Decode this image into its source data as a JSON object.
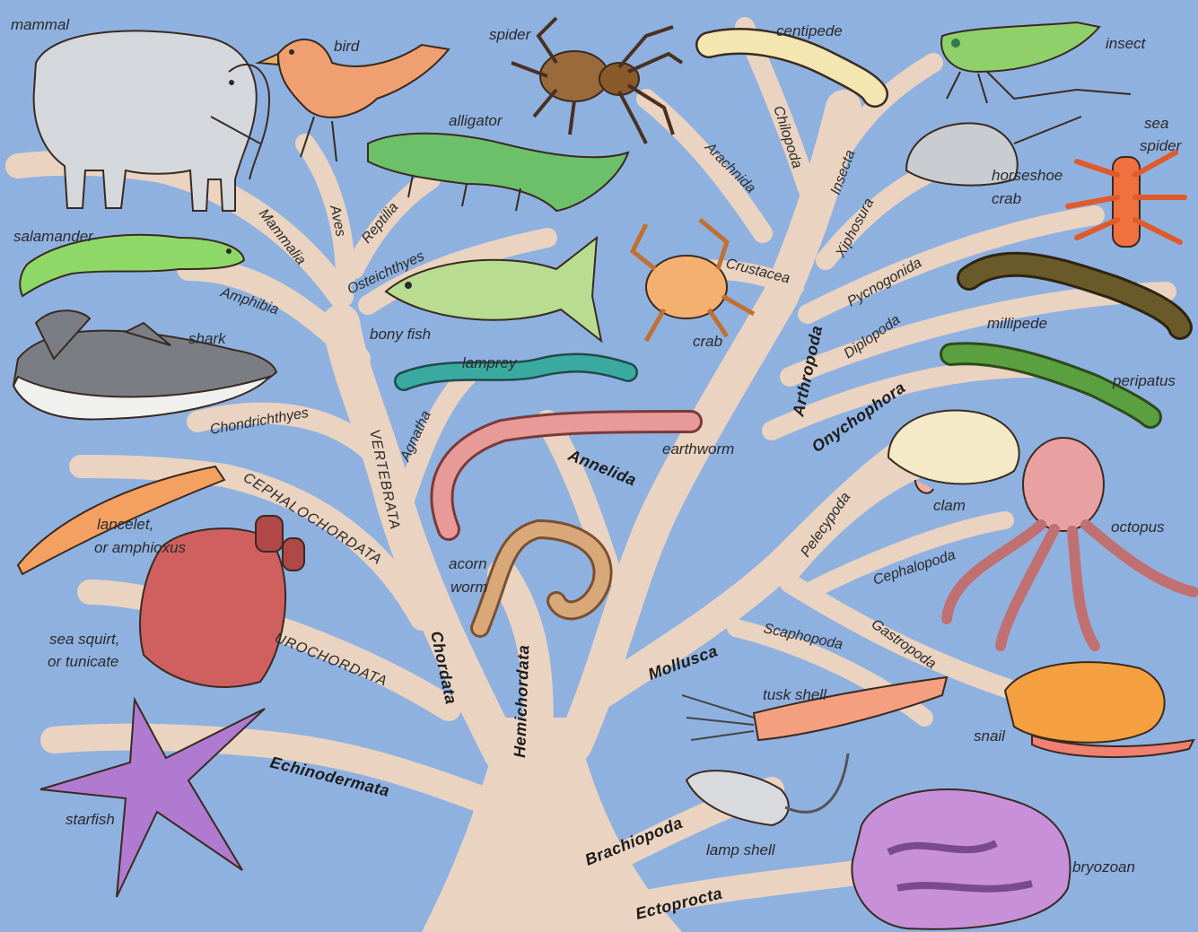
{
  "colors": {
    "background": "#8fb1e0",
    "branch": "#ead3c0",
    "outline": "#3a2a20"
  },
  "phyla": {
    "chordata": "Chordata",
    "hemichordata": "Hemichordata",
    "echinodermata": "Echinodermata",
    "annelida": "Annelida",
    "mollusca": "Mollusca",
    "arthropoda": "Arthropoda",
    "onychophora": "Onychophora",
    "brachiopoda": "Brachiopoda",
    "ectoprocta": "Ectoprocta"
  },
  "subphyla": {
    "vertebrata": "VERTEBRATA",
    "cephalochordata": "CEPHALOCHORDATA",
    "urochordata": "UROCHORDATA"
  },
  "classes": {
    "mammalia": "Mammalia",
    "aves": "Aves",
    "reptilia": "Reptilia",
    "amphibia": "Amphibia",
    "osteichthyes": "Osteichthyes",
    "chondrichthyes": "Chondrichthyes",
    "agnatha": "Agnatha",
    "arachnida": "Arachnida",
    "chilopoda": "Chilopoda",
    "insecta": "Insecta",
    "xiphosura": "Xiphosura",
    "crustacea": "Crustacea",
    "pycnogonida": "Pycnogonida",
    "diplopoda": "Diplopoda",
    "pelecypoda": "Pelecypoda",
    "cephalopoda": "Cephalopoda",
    "scaphopoda": "Scaphopoda",
    "gastropoda": "Gastropoda"
  },
  "animals": {
    "mammal": "mammal",
    "bird": "bird",
    "spider": "spider",
    "centipede": "centipede",
    "insect": "insect",
    "alligator": "alligator",
    "salamander": "salamander",
    "horseshoe_crab_1": "horseshoe",
    "horseshoe_crab_2": "crab",
    "sea_spider_1": "sea",
    "sea_spider_2": "spider",
    "bony_fish": "bony fish",
    "crab": "crab",
    "millipede": "millipede",
    "shark": "shark",
    "lamprey": "lamprey",
    "peripatus": "peripatus",
    "earthworm": "earthworm",
    "clam": "clam",
    "lancelet_1": "lancelet,",
    "lancelet_2": "or amphioxus",
    "octopus": "octopus",
    "acorn_worm_1": "acorn",
    "acorn_worm_2": "worm",
    "sea_squirt_1": "sea squirt,",
    "sea_squirt_2": "or tunicate",
    "tusk_shell": "tusk shell",
    "snail": "snail",
    "starfish": "starfish",
    "lamp_shell": "lamp shell",
    "bryozoan": "bryozoan"
  },
  "icons": [
    "elephant-icon",
    "bird-icon",
    "spider-icon",
    "centipede-icon",
    "grasshopper-icon",
    "alligator-icon",
    "salamander-icon",
    "horseshoe-crab-icon",
    "sea-spider-icon",
    "fish-icon",
    "crab-icon",
    "millipede-icon",
    "shark-icon",
    "lamprey-icon",
    "peripatus-icon",
    "earthworm-icon",
    "clam-icon",
    "lancelet-icon",
    "octopus-icon",
    "acorn-worm-icon",
    "sea-squirt-icon",
    "tusk-shell-icon",
    "snail-icon",
    "starfish-icon",
    "lamp-shell-icon",
    "bryozoan-icon"
  ]
}
